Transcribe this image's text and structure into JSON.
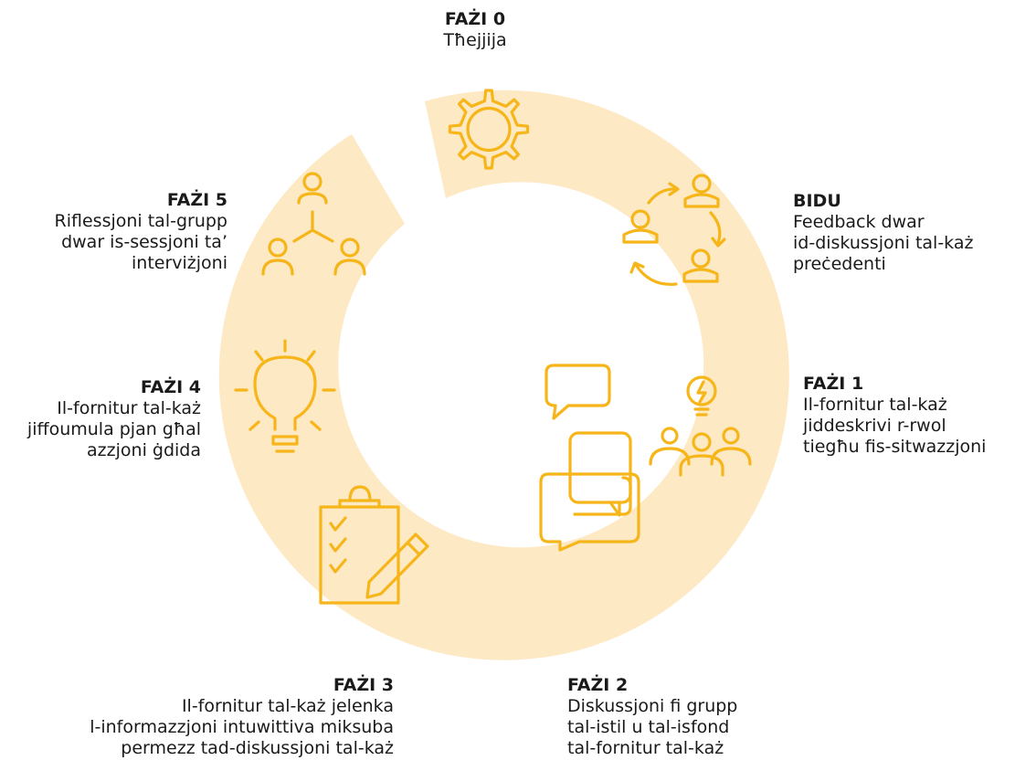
{
  "phases": {
    "phase0": {
      "title": "FAŻI 0",
      "lines": [
        "Tħejjija"
      ]
    },
    "start": {
      "title": "BIDU",
      "lines": [
        "Feedback dwar",
        "id-diskussjoni tal-każ",
        "preċedenti"
      ]
    },
    "phase1": {
      "title": "FAŻI 1",
      "lines": [
        "Il-fornitur tal-każ",
        "jiddeskrivi r-rwol",
        "tiegħu fis-sitwazzjoni"
      ]
    },
    "phase2": {
      "title": "FAŻI 2",
      "lines": [
        "Diskussjoni fi grupp",
        "tal-istil u tal-isfond",
        "tal-fornitur tal-każ"
      ]
    },
    "phase3": {
      "title": "FAŻI 3",
      "lines": [
        "Il-fornitur tal-każ jelenka",
        "l-informazzjoni intuwittiva miksuba",
        "permezz tad-diskussjoni tal-każ"
      ]
    },
    "phase4": {
      "title": "FAŻI 4",
      "lines": [
        "Il-fornitur tal-każ",
        "jiffoumula pjan għal",
        "azzjoni ġdida"
      ]
    },
    "phase5": {
      "title": "FAŻI 5",
      "lines": [
        "Riflessjoni tal-grupp",
        "dwar is-sessjoni ta’",
        "interviżjoni"
      ]
    }
  },
  "colors": {
    "ring": "#fde9c4",
    "icon": "#f6b519",
    "text": "#1a1a1a"
  }
}
